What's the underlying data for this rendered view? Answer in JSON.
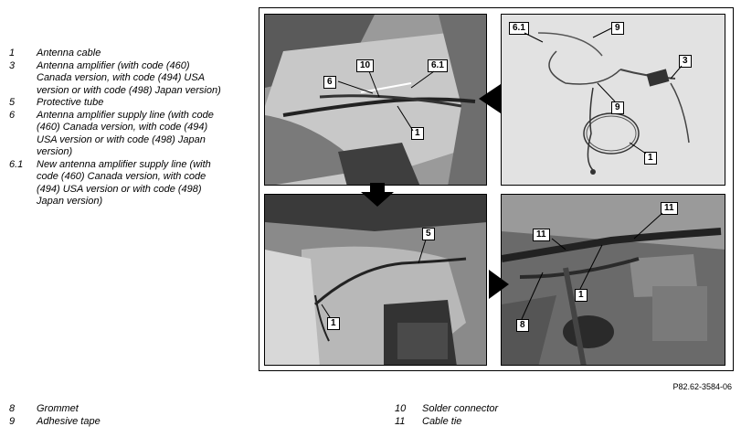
{
  "legend_left": [
    {
      "num": "1",
      "text": "Antenna cable"
    },
    {
      "num": "3",
      "text": "Antenna amplifier (with code (460) Canada version, with code (494) USA version or with code (498) Japan version)"
    },
    {
      "num": "5",
      "text": "Protective tube"
    },
    {
      "num": "6",
      "text": "Antenna amplifier supply line (with code (460) Canada version, with code (494) USA version or with code (498) Japan version)"
    },
    {
      "num": "6.1",
      "text": "New antenna amplifier supply line (with code (460) Canada version, with code (494) USA version or with code (498) Japan version)"
    }
  ],
  "legend_bottom_left": [
    {
      "num": "8",
      "text": "Grommet"
    },
    {
      "num": "9",
      "text": "Adhesive tape"
    }
  ],
  "legend_bottom_right": [
    {
      "num": "10",
      "text": "Solder connector"
    },
    {
      "num": "11",
      "text": "Cable tie"
    }
  ],
  "figure_ref": "P82.62-3584-06",
  "callouts": {
    "tl": [
      "10",
      "6.1",
      "6",
      "1"
    ],
    "tr": [
      "6.1",
      "9",
      "3",
      "9",
      "1"
    ],
    "bl": [
      "5",
      "1"
    ],
    "br": [
      "11",
      "11",
      "1",
      "8"
    ]
  }
}
